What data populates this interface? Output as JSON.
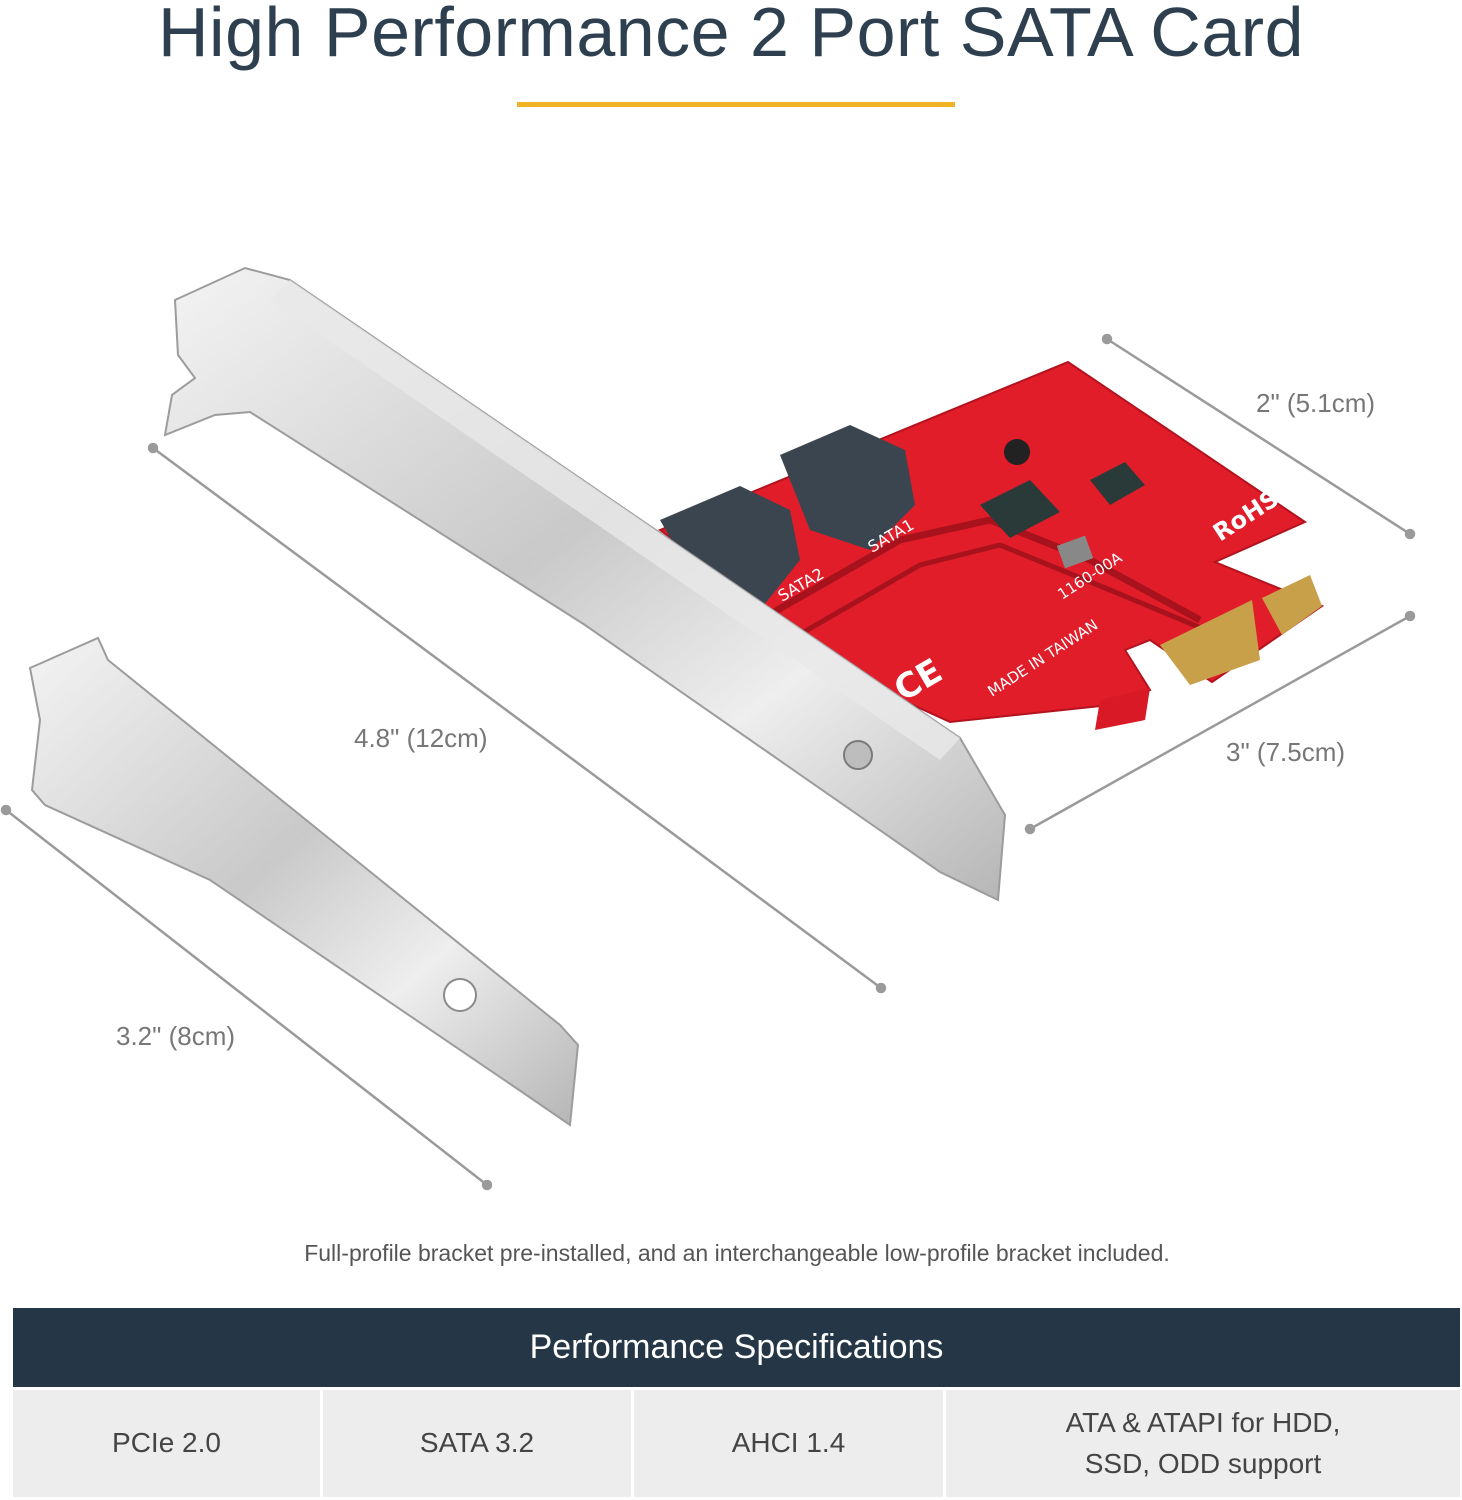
{
  "title": "High Performance 2 Port SATA Card",
  "colors": {
    "title": "#2e4050",
    "accent_bar": "#f0b323",
    "table_header": "#253746",
    "table_cell": "#ededed",
    "pcb": "#e11d2a",
    "dimension_line": "#9a9a9a"
  },
  "dimensions": {
    "card_height": "2\" (5.1cm)",
    "card_length": "3\" (7.5cm)",
    "full_bracket": "4.8\" (12cm)",
    "low_bracket": "3.2\" (8cm)"
  },
  "board_markings": {
    "port1": "SATA1",
    "port2": "SATA2",
    "rohs": "RoHS",
    "model": "1160-00A",
    "origin": "MADE IN TAIWAN",
    "ce": "CE"
  },
  "caption": "Full-profile bracket pre-installed, and an interchangeable low-profile bracket included.",
  "specs": {
    "heading": "Performance Specifications",
    "items": [
      "PCIe 2.0",
      "SATA 3.2",
      "AHCI 1.4",
      "ATA & ATAPI for HDD, SSD, ODD support"
    ]
  }
}
